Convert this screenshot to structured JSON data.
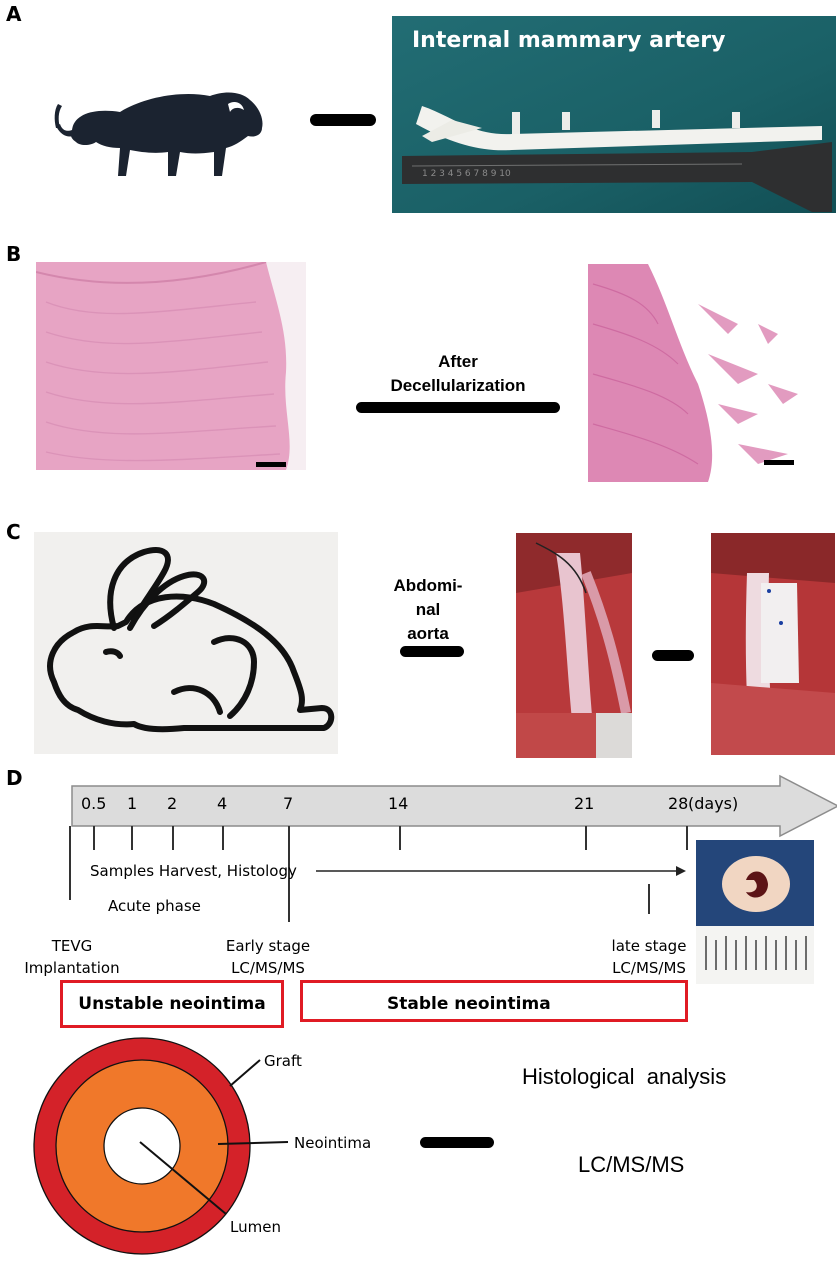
{
  "panels": {
    "a": {
      "letter": "A",
      "photo_title": "Internal mammary artery"
    },
    "b": {
      "letter": "B",
      "label_line1": "After",
      "label_line2": "Decellularization"
    },
    "c": {
      "letter": "C",
      "label_line1": "Abdomi-",
      "label_line2": "nal",
      "label_line3": "aorta"
    },
    "d": {
      "letter": "D",
      "timeline_ticks": [
        "0.5",
        "1",
        "2",
        "4",
        "7",
        "14",
        "21",
        "28"
      ],
      "units": "(days)",
      "samples_label": "Samples Harvest, Histology",
      "acute_label": "Acute phase",
      "tevg_line1": "TEVG",
      "tevg_line2": "Implantation",
      "early_line1": "Early stage",
      "early_line2": "LC/MS/MS",
      "late_line1": "late stage",
      "late_line2": "LC/MS/MS",
      "unstable_label": "Unstable neointima",
      "stable_label": "Stable neointima",
      "graft_label": "Graft",
      "neointima_label": "Neointima",
      "lumen_label": "Lumen",
      "histological_label": "Histological  analysis",
      "lcms_label": "LC/MS/MS"
    }
  },
  "colors": {
    "graft": "#d42229",
    "neointima": "#f0782a",
    "lumen": "#ffffff",
    "box_border": "#e01b24",
    "arrow_fill": "#dcdcdc",
    "photo_bg": "#1c6f73",
    "tissue_pink": "#e7a4c4"
  },
  "icons": [
    "bison-icon",
    "rabbit-icon"
  ]
}
